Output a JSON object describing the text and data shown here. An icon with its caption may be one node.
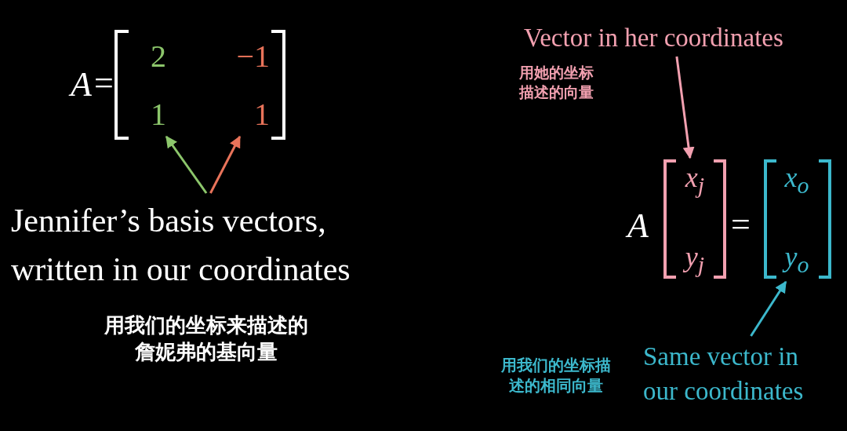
{
  "diagram": {
    "nodes": [
      {
        "text": [
          "2",
          "1"
        ]
      },
      {
        "text": [
          "−1",
          "1"
        ]
      },
      {
        "text": [
          "Jennifer’s basis vectors, written in our coordinates"
        ],
        "beside": [
          "用我们的坐标来描述的詹妮弗的基向量"
        ]
      },
      {
        "text": [
          "Vector in her coordinates"
        ],
        "beside": [
          "用她的坐标描述的向量"
        ]
      },
      {
        "text": [
          "x$_{j}$",
          "y$_{j}$"
        ]
      },
      {
        "text": [
          "x$_{o}$",
          "y$_{o}$"
        ]
      },
      {
        "text": [
          "Same vector in our coordinates"
        ],
        "beside": [
          "用我们的坐标描述的相同向量"
        ]
      }
    ],
    "edges": [
      {
        "from": 2,
        "to": 0,
        "arrow": "to",
        "color": "#8cc66b"
      },
      {
        "from": 2,
        "to": 1,
        "arrow": "to",
        "color": "#e8735a"
      },
      {
        "from": 3,
        "to": 4,
        "arrow": "to",
        "color": "#f2a0b0"
      },
      {
        "from": 6,
        "to": 5,
        "arrow": "to",
        "color": "#3cb8cc"
      }
    ],
    "labels": [
      "A",
      "=",
      "A",
      "="
    ]
  }
}
